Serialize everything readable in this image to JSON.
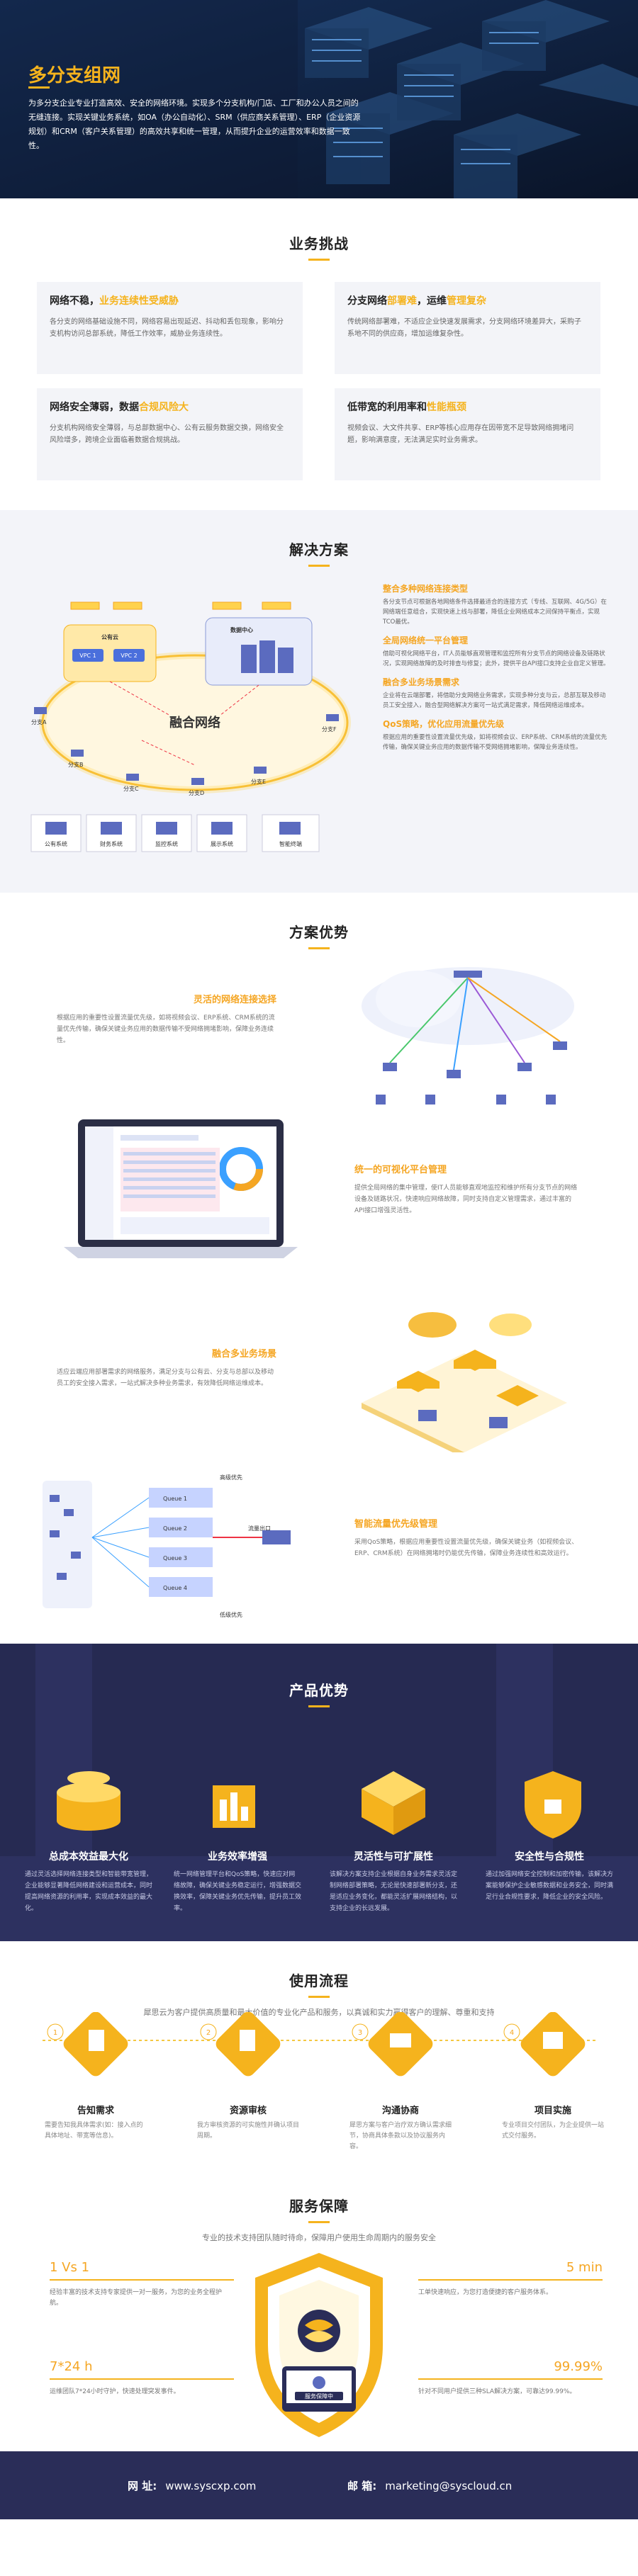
{
  "hero": {
    "title": "多分支组网",
    "desc": "为多分支企业专业打造高效、安全的网络环境。实现多个分支机构/门店、工厂和办公人员之间的无缝连接。实现关键业务系统，如OA（办公自动化）、SRM（供应商关系管理）、ERP（企业资源规划）和CRM（客户关系管理）的高效共享和统一管理，从而提升企业的运营效率和数据一致性。"
  },
  "challenges": {
    "title": "业务挑战",
    "cards": [
      {
        "t1": "网络不稳，",
        "hl": "业务连续性受威胁",
        "t2": "",
        "desc": "各分支的网络基础设施不同，网络容易出现延迟、抖动和丢包现象，影响分支机构访问总部系统，降低工作效率，威胁业务连续性。"
      },
      {
        "t1": "分支网络",
        "hl": "部署难",
        "t2": "，运维",
        "hl2": "管理复杂",
        "desc": "传统网络部署难，不适应企业快速发展需求，分支网络环境差异大，采购子系地不同的供应商，增加运维复杂性。"
      },
      {
        "t1": "网络安全薄弱，数据",
        "hl": "合规风险大",
        "t2": "",
        "desc": "分支机构网络安全薄弱，与总部数据中心、公有云服务数据交换，网络安全风险增多，跨境企业面临着数据合规挑战。"
      },
      {
        "t1": "低带宽的利用率和",
        "hl": "性能瓶颈",
        "t2": "",
        "desc": "视频会议、大文件共享、ERP等核心应用存在因带宽不足导致网络拥堵问题，影响满意度，无法满足实时业务需求。"
      }
    ]
  },
  "solution": {
    "title": "解决方案",
    "diagram": {
      "public_cloud": "公有云",
      "datacenter": "数据中心",
      "center": "融合网络",
      "branches": [
        "分支A",
        "分支B",
        "分支C",
        "分支D",
        "分支E",
        "分支F"
      ],
      "vpc": [
        "VPC 1",
        "VPC 2"
      ],
      "systems": [
        "公有系统",
        "财务系统",
        "监控系统",
        "展示系统",
        "智能终端"
      ]
    },
    "items": [
      {
        "title": "整合多种网络连接类型",
        "desc": "各分支节点可根据各地网络条件选择最适合的连接方式（专线、互联网、4G/5G）在网络端任意组合，实现快速上线与部署，降低企业网络成本之间保持平衡点，实现TCO最优。"
      },
      {
        "title": "全局网络统一平台管理",
        "desc": "借助可视化网络平台，IT人员能够直观管理和监控所有分支节点的网络设备及链路状况，实现网络故障的及时排查与修复；此外，提供平台API接口支持企业自定义管理。"
      },
      {
        "title": "融合多业务场景需求",
        "desc": "企业将在云端部署，将借助分支网络业务需求，实现多种分支与云，总部互联及移动员工安全接入，融合型网络解决方案可一站式满足需求，降低网络运维成本。"
      },
      {
        "title": "QoS策略，优化应用流量优先级",
        "desc": "根据应用的重要性设置流量优先级，如将视频会议、ERP系统、CRM系统的流量优先传输，确保关键业务应用的数据传输不受网络拥堵影响，保障业务连续性。"
      }
    ]
  },
  "advantages": {
    "title": "方案优势",
    "items": [
      {
        "title": "灵活的网络连接选择",
        "desc": "根据应用的重要性设置流量优先级，如将视频会议、ERP系统、CRM系统的流量优先传输，确保关键业务应用的数据传输不受网络拥堵影响，保障业务连续性。"
      },
      {
        "title": "统一的可视化平台管理",
        "desc": "提供全局网络的集中管理，使IT人员能够直观地监控和维护所有分支节点的网络设备及链路状况，快速响应网络故障，同时支持自定义管理需求，通过丰富的API接口增强灵活性。"
      },
      {
        "title": "融合多业务场景",
        "desc": "适应云端应用部署需求的网络服务，满足分支与公有云、分支与总部以及移动员工的安全接入需求，一站式解决多种业务需求，有效降低网络运维成本。"
      },
      {
        "title": "智能流量优先级管理",
        "desc": "采用QoS策略，根据应用重要性设置流量优先级，确保关键业务（如视频会议、ERP、CRM系统）在网络拥堵时仍能优先传输，保障业务连续性和高效运行。"
      }
    ],
    "queue": {
      "high": "高级优先",
      "low": "低级优先",
      "out": "流量出口",
      "queues": [
        "Queue 1",
        "Queue 2",
        "Queue 3",
        "Queue 4"
      ]
    }
  },
  "product": {
    "title": "产品优势",
    "items": [
      {
        "title": "总成本效益最大化",
        "desc": "通过灵活选择网络连接类型和智能带宽管理，企业能够显著降低网络建设和运营成本，同时提高网络资源的利用率，实现成本效益的最大化。"
      },
      {
        "title": "业务效率增强",
        "desc": "统一网络管理平台和QoS策略，快速应对网络故障，确保关键业务稳定运行，增强数据交换效率，保障关键业务优先传输，提升员工效率。"
      },
      {
        "title": "灵活性与可扩展性",
        "desc": "该解决方案支持企业根据自身业务需求灵活定制网络部署策略，无论是快速部署新分支，还是适应业务变化，都能灵活扩展网络结构，以支持企业的长远发展。"
      },
      {
        "title": "安全性与合规性",
        "desc": "通过加强网络安全控制和加密传输，该解决方案能够保护企业敏感数据和业务安全，同时满足行业合规性要求，降低企业的安全风险。"
      }
    ]
  },
  "flow": {
    "title": "使用流程",
    "subtitle": "犀思云为客户提供高质量和最大价值的专业化产品和服务，以真诚和实力赢得客户的理解、尊重和支持",
    "steps": [
      {
        "num": "1",
        "title": "告知需求",
        "desc": "需要告知我具体需求(如：接入点的具体地址、带宽等信息)。"
      },
      {
        "num": "2",
        "title": "资源审核",
        "desc": "我方审核资源的可实施性并确认项目周期。"
      },
      {
        "num": "3",
        "title": "沟通协商",
        "desc": "犀思方案与客户治疗双方确认需求细节，协商具体条款以及协议服务内容。"
      },
      {
        "num": "4",
        "title": "项目实施",
        "desc": "专业项目交付团队，为企业提供一站式交付服务。"
      }
    ]
  },
  "guarantee": {
    "title": "服务保障",
    "subtitle": "专业的技术支持团队随时待命，保障用户使用生命周期内的服务安全",
    "items": [
      {
        "title": "1 Vs 1",
        "desc": "经验丰富的技术支持专家提供一对一服务，为您的业务全程护航。"
      },
      {
        "title": "5 min",
        "desc": "工单快速响应，为您打造便捷的客户服务体系。"
      },
      {
        "title": "7*24 h",
        "desc": "运维团队7*24小时守护，快速处理突发事件。"
      },
      {
        "title": "99.99%",
        "desc": "针对不同用户提供三种SLA解决方案，可靠达99.99%。"
      }
    ],
    "badge": "服务保障中"
  },
  "footer": {
    "web_label": "网 址:",
    "web": "www.syscxp.com",
    "mail_label": "邮 箱:",
    "mail": "marketing@syscloud.cn"
  }
}
